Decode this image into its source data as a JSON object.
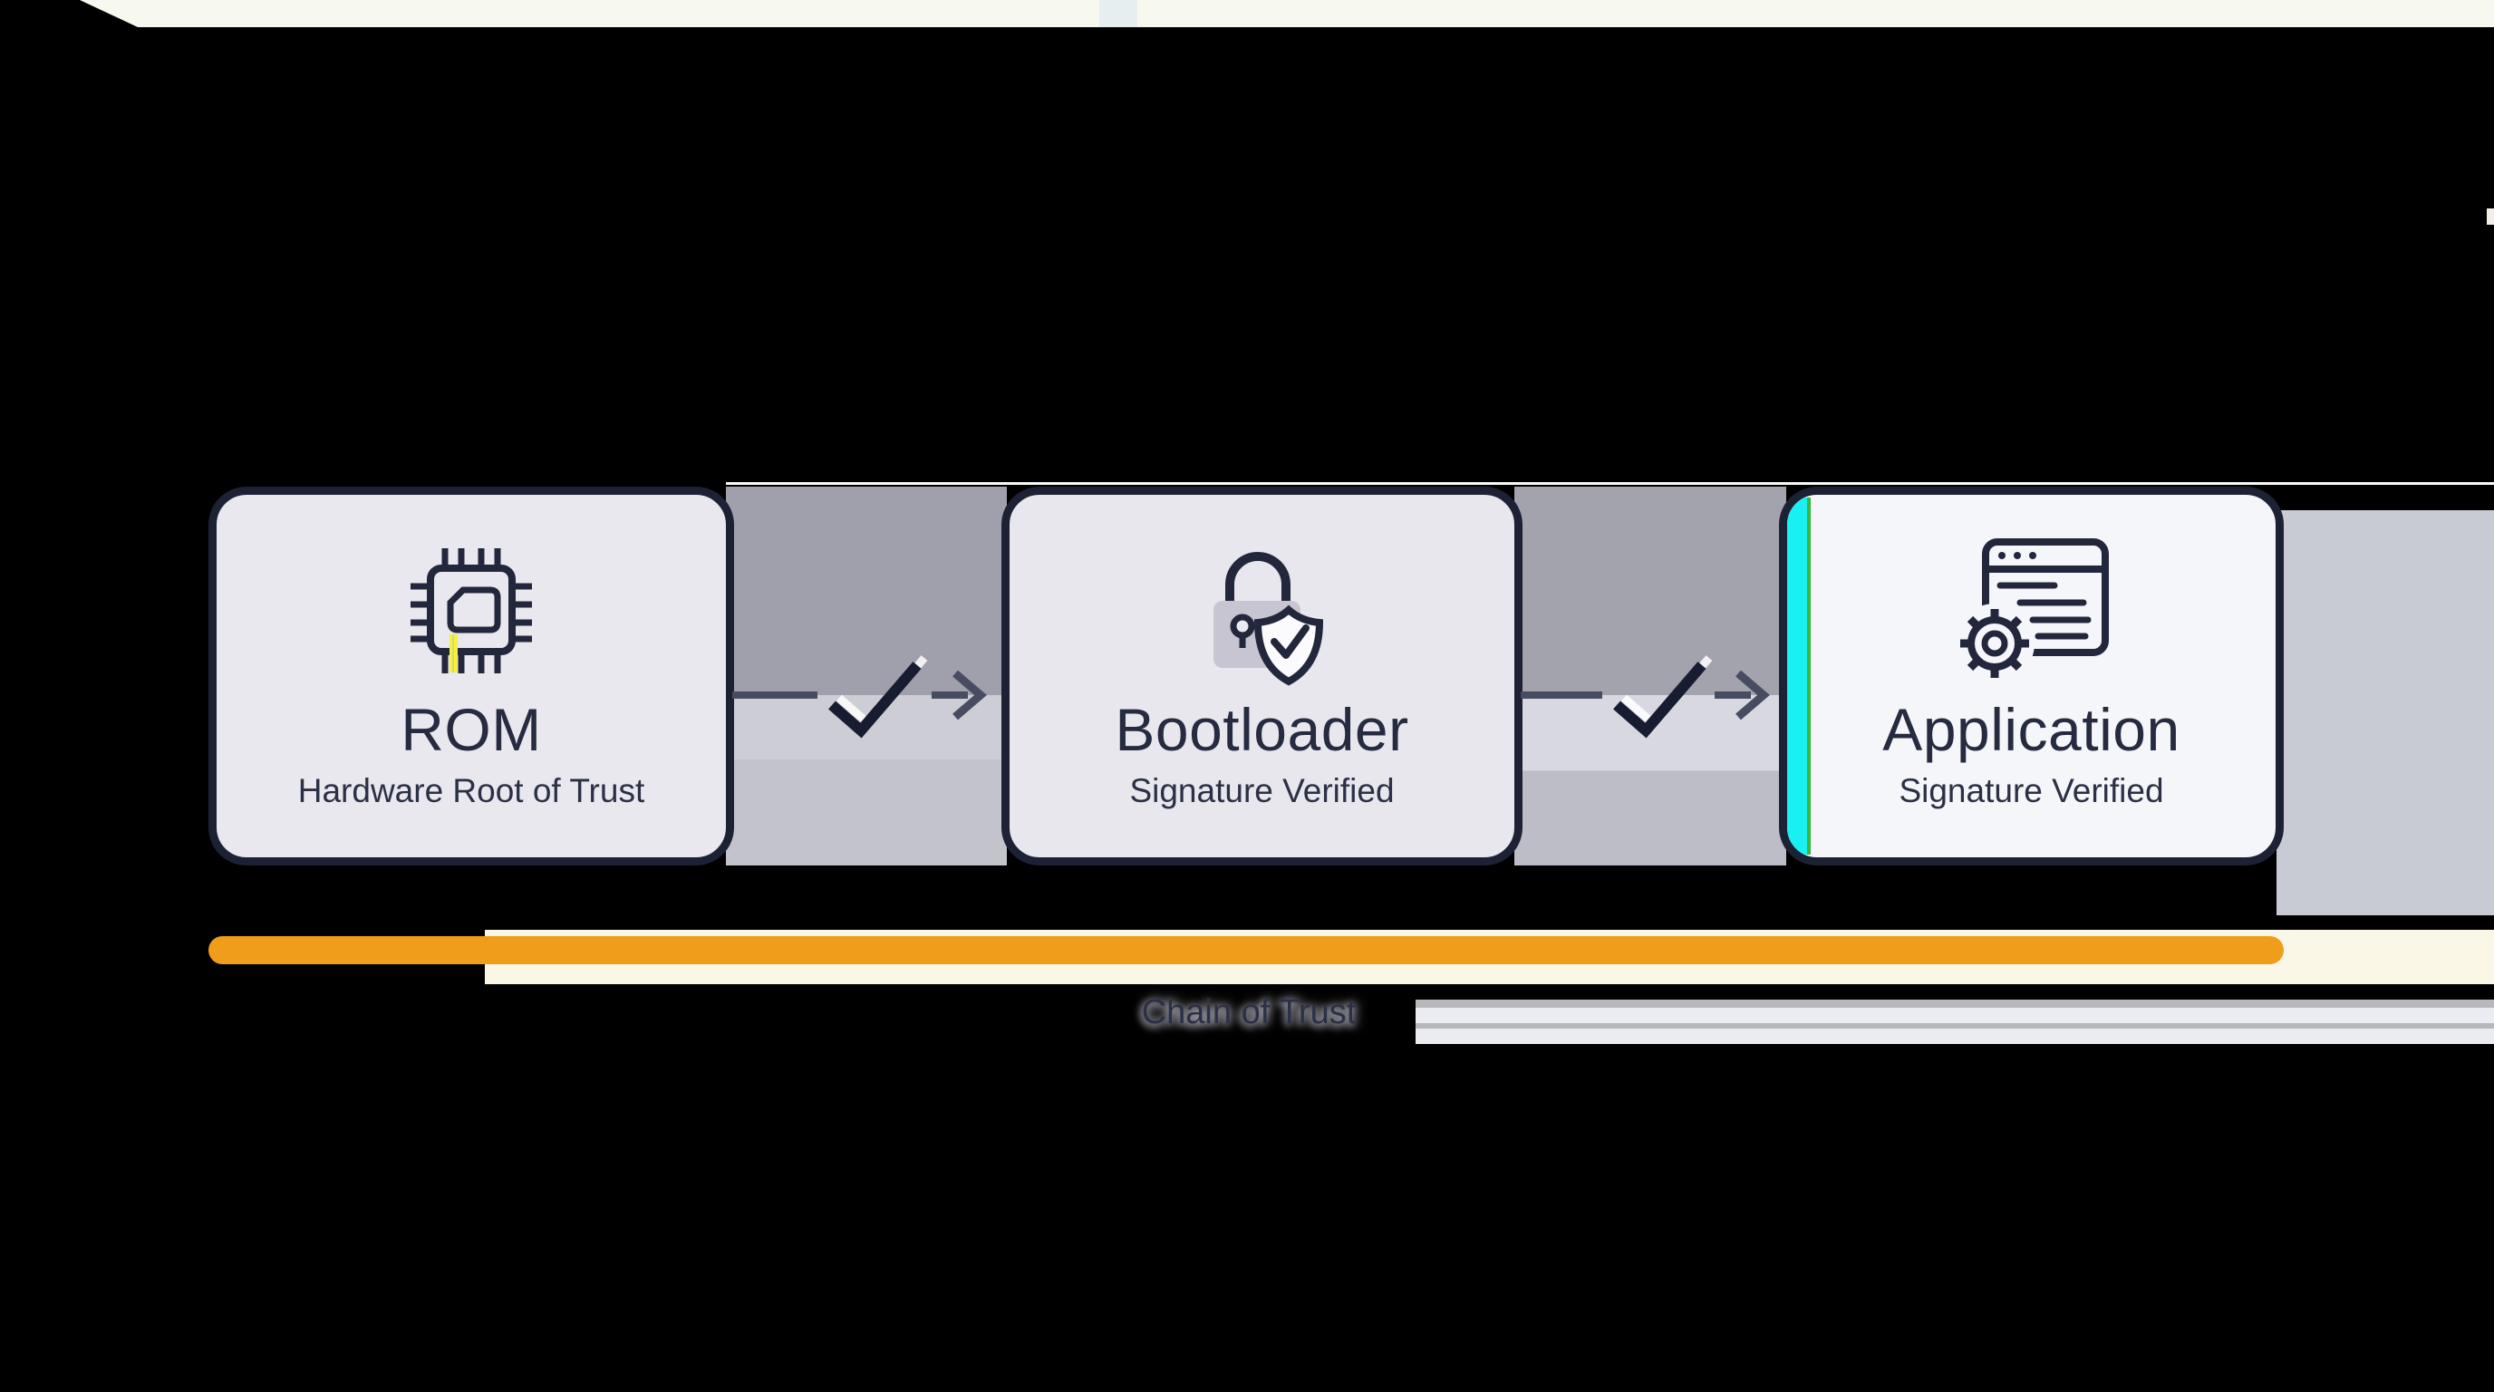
{
  "diagram": {
    "title_bar_label": "Chain of Trust",
    "stages": [
      {
        "id": "rom",
        "title": "ROM",
        "subtitle": "Hardware Root of Trust",
        "icon": "chip-icon"
      },
      {
        "id": "bootloader",
        "title": "Bootloader",
        "subtitle": "Signature Verified",
        "icon": "lock-shield-icon"
      },
      {
        "id": "application",
        "title": "Application",
        "subtitle": "Signature Verified",
        "icon": "app-window-gear-icon"
      }
    ],
    "connectors": [
      {
        "from": "rom",
        "to": "bootloader",
        "glyph": "checkmark-arrow"
      },
      {
        "from": "bootloader",
        "to": "application",
        "glyph": "checkmark-arrow"
      }
    ],
    "colors": {
      "background": "#000000",
      "box_border": "#1d2134",
      "box_fill": "#e8e8ee",
      "text": "#262b40",
      "gap_gray": "#a0a1ab",
      "chain_bar_orange": "#ef9d1a",
      "chain_glow_cream": "#fbf7e6",
      "artifact_cyan": "#19f0f2",
      "artifact_yellow": "#f4f23f",
      "top_strip_cream": "#f7f8ee"
    }
  }
}
